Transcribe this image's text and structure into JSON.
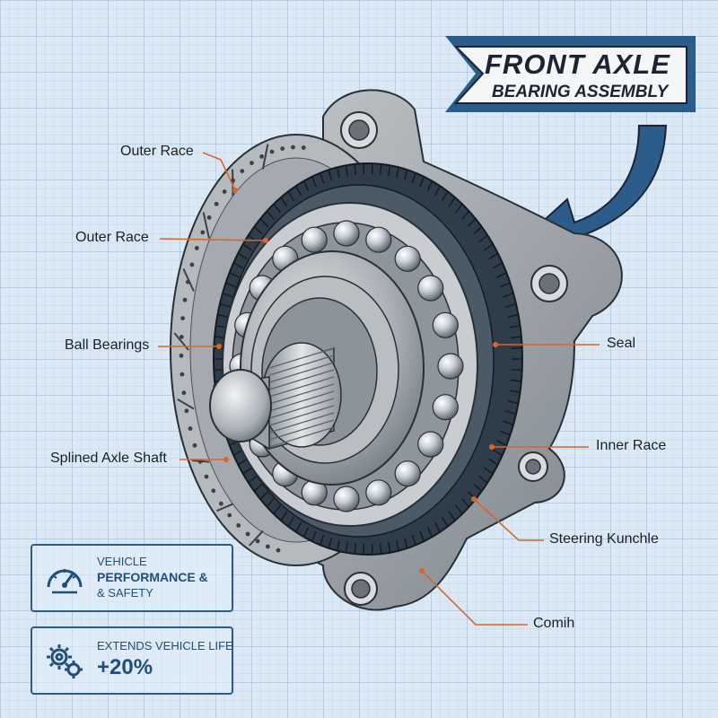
{
  "banner": {
    "title_line1": "FRONT AXLE",
    "title_line2": "BEARING ASSEMBLY"
  },
  "labels": {
    "outer_race_top": "Outer Race",
    "outer_race": "Outer Race",
    "ball_bearings": "Ball Bearings",
    "splined_axle_shaft": "Splined Axle Shaft",
    "seal": "Seal",
    "inner_race": "Inner Race",
    "steering_knuckle": "Steering Kunchle",
    "comih": "Comih"
  },
  "cards": {
    "performance": {
      "icon": "gauge-icon",
      "line1": "VEHICLE",
      "line2": "PERFORMANCE &",
      "line3": "& SAFETY"
    },
    "life": {
      "icon": "gears-icon",
      "line1": "EXTENDS VEHICLE LIFE",
      "value": "+20%"
    }
  },
  "colors": {
    "background": "#dce9f5",
    "leader_line": "#d9662a",
    "banner_fill": "#2c5d8a",
    "card_accent": "#1f4f7a",
    "metal": "#9ea3a9",
    "seal": "#3a4a5a"
  }
}
